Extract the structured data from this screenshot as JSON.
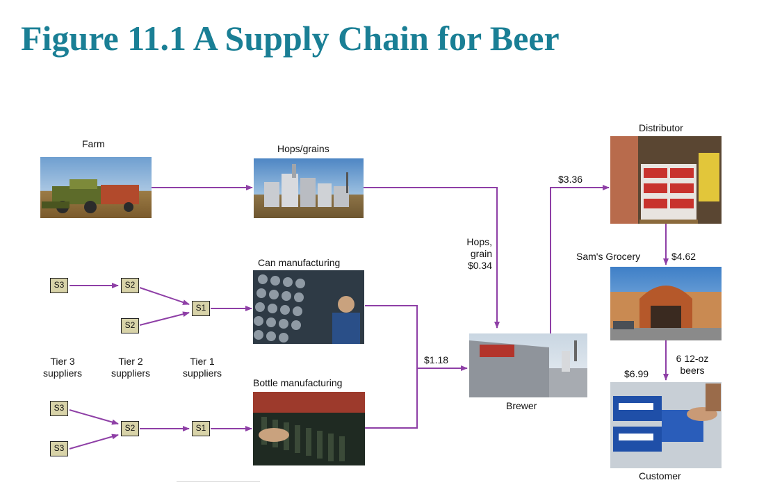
{
  "title": "Figure 11.1 A Supply Chain for Beer",
  "colors": {
    "title": "#1a7f95",
    "arrow": "#8e3fa6",
    "box_fill": "#d8d3a8"
  },
  "nodes": {
    "farm": "Farm",
    "hops_grains": "Hops/grains",
    "can_manufacturing": "Can manufacturing",
    "bottle_manufacturing": "Bottle manufacturing",
    "brewer": "Brewer",
    "distributor": "Distributor",
    "grocery": "Sam's Grocery",
    "customer": "Customer"
  },
  "suppliers": {
    "s3": "S3",
    "s2": "S2",
    "s1": "S1"
  },
  "tiers": {
    "tier3_line1": "Tier 3",
    "tier3_line2": "suppliers",
    "tier2_line1": "Tier 2",
    "tier2_line2": "suppliers",
    "tier1_line1": "Tier 1",
    "tier1_line2": "suppliers"
  },
  "prices": {
    "hops_line1": "Hops,",
    "hops_line2": "grain",
    "hops_line3": "$0.34",
    "packaging": "$1.18",
    "distributor": "$3.36",
    "grocery": "$4.62",
    "customer": "$6.99",
    "beers_line1": "6 12-oz",
    "beers_line2": "beers"
  }
}
